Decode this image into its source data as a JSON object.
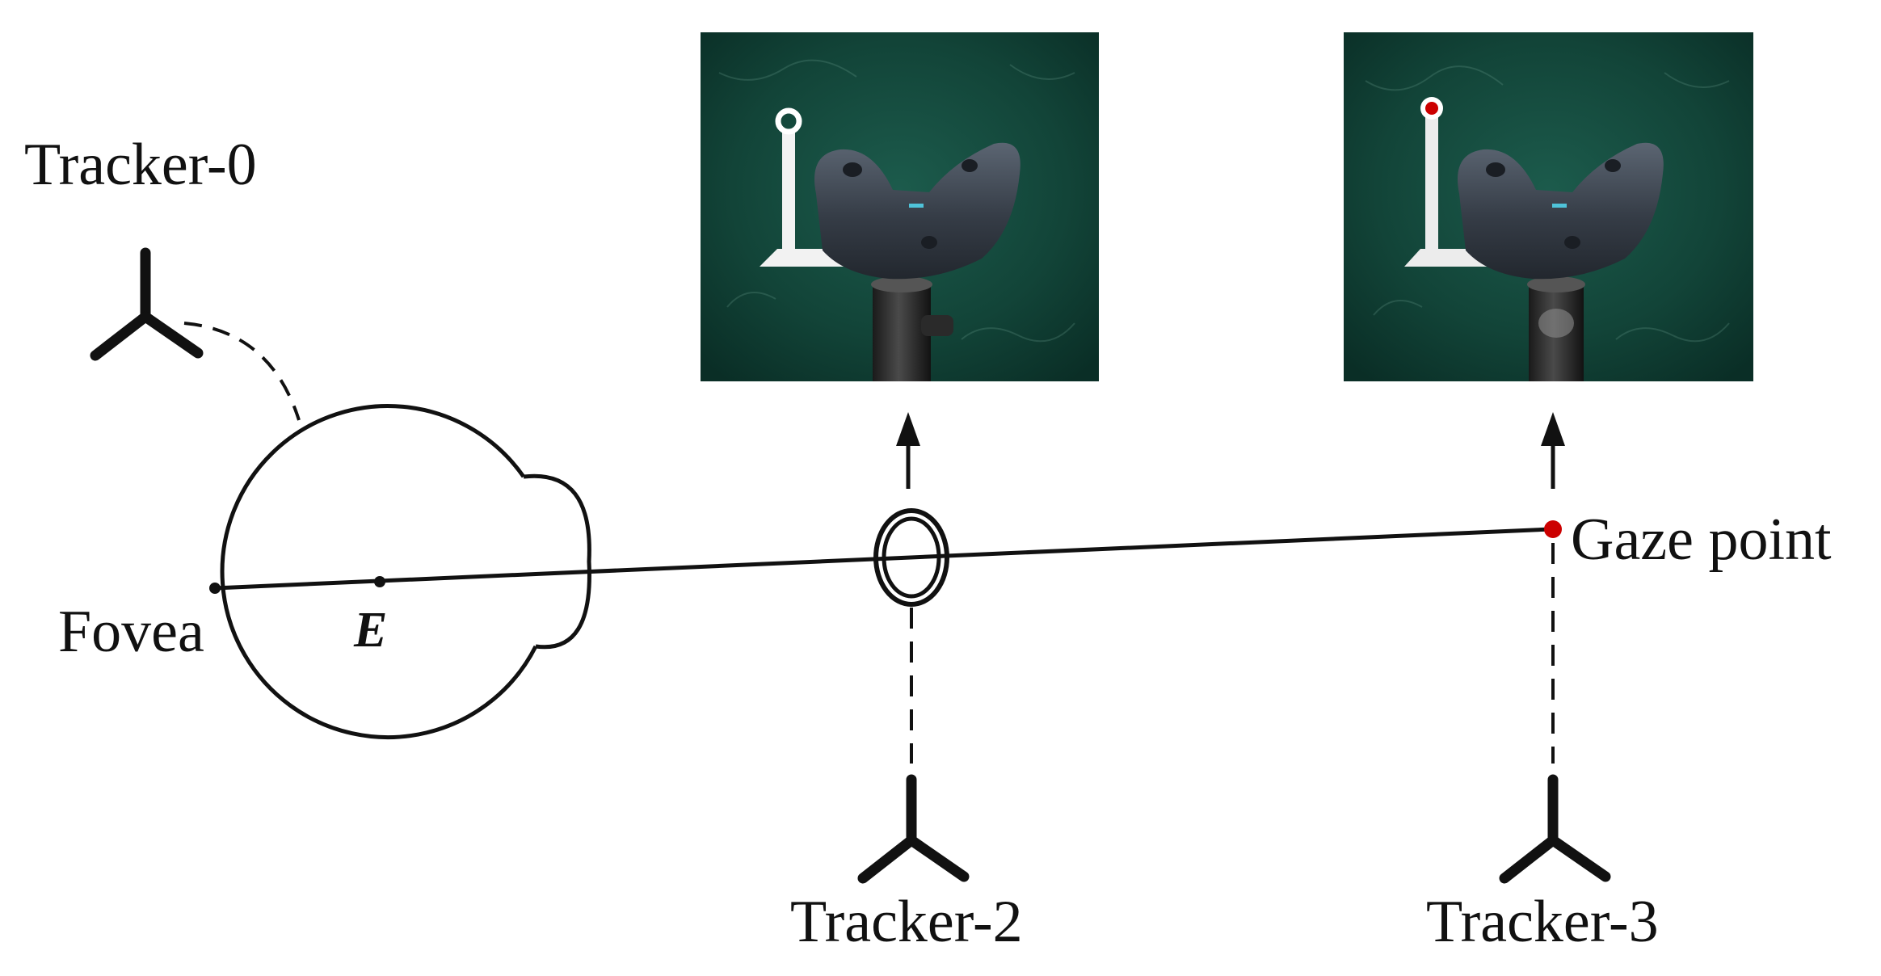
{
  "labels": {
    "tracker0": "Tracker-0",
    "tracker2": "Tracker-2",
    "tracker3": "Tracker-3",
    "fovea": "Fovea",
    "eye_center": "E",
    "gaze_point": "Gaze point"
  },
  "colors": {
    "stroke": "#111111",
    "gaze_dot": "#cc0000",
    "photo_background": "#0f3d33",
    "tracker_device": "#3c4450",
    "mount_white": "#f2f2f2",
    "photo2_marker": "#ffffff",
    "photo3_marker": "#cc0000"
  },
  "icons": {
    "tracker": "tracker-icon",
    "eye": "eyeball-icon",
    "ring": "ring-icon",
    "arrow": "arrow-up-icon"
  }
}
